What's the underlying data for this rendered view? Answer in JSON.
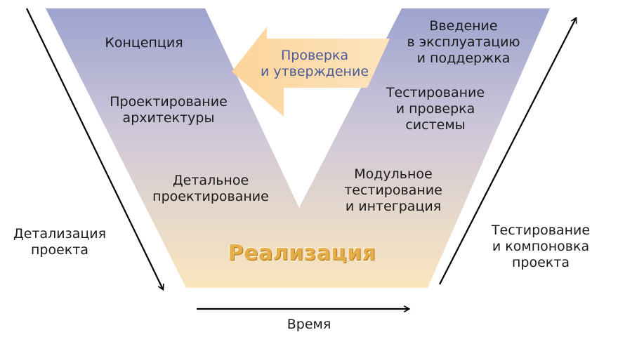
{
  "stages_left": [
    {
      "id": "concept",
      "text": "Концепция"
    },
    {
      "id": "architecture",
      "text": "Проектирование\nархитектуры"
    },
    {
      "id": "detailed",
      "text": "Детальное\nпроектирование"
    }
  ],
  "stages_right": [
    {
      "id": "operation",
      "text": "Введение\nв эксплуатацию\nи поддержка"
    },
    {
      "id": "system_test",
      "text": "Тестирование\nи проверка\nсистемы"
    },
    {
      "id": "unit_test",
      "text": "Модульное\nтестирование\nи интеграция"
    }
  ],
  "bottom_stage": "Реализация",
  "verification_arrow": "Проверка\nи утверждение",
  "left_axis": "Детализация\nпроекта",
  "right_axis": "Тестирование\nи компоновка\nпроекта",
  "time_axis": "Время",
  "colors": {
    "v_top": "#9da3cf",
    "v_bottom": "#fbe5bd",
    "arrow_fill": "#fbd8a0",
    "verify_text": "#4a5a9a",
    "impl_text": "#e4ad49"
  }
}
